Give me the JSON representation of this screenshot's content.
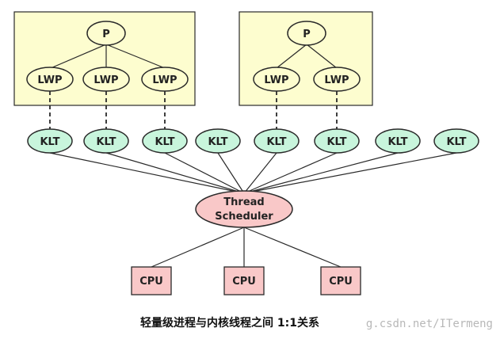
{
  "colors": {
    "process_box_fill": "#fdfdcf",
    "process_node_fill": "#fdfdcf",
    "klt_fill": "#c8f5dc",
    "scheduler_fill": "#f9c8c8",
    "cpu_fill": "#f9c8c8",
    "stroke": "#2a2a2a"
  },
  "process_groups": [
    {
      "process_label": "P",
      "lwps": [
        "LWP",
        "LWP",
        "LWP"
      ]
    },
    {
      "process_label": "P",
      "lwps": [
        "LWP",
        "LWP"
      ]
    }
  ],
  "klts": [
    "KLT",
    "KLT",
    "KLT",
    "KLT",
    "KLT",
    "KLT",
    "KLT",
    "KLT"
  ],
  "scheduler": {
    "line1": "Thread",
    "line2": "Scheduler"
  },
  "cpus": [
    "CPU",
    "CPU",
    "CPU"
  ],
  "caption": "轻量级进程与内核线程之间 1:1关系",
  "watermark": "g.csdn.net/ITermeng"
}
